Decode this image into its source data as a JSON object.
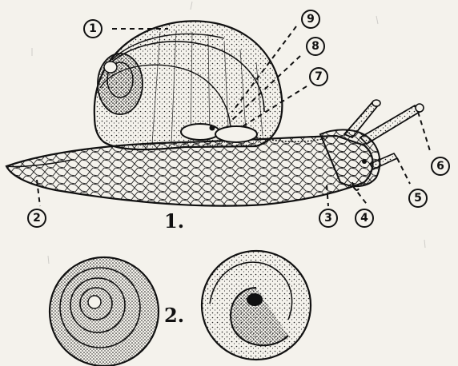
{
  "callouts": [
    {
      "id": "c1",
      "label": "1"
    },
    {
      "id": "c2",
      "label": "2"
    },
    {
      "id": "c3",
      "label": "3"
    },
    {
      "id": "c4",
      "label": "4"
    },
    {
      "id": "c5",
      "label": "5"
    },
    {
      "id": "c6",
      "label": "6"
    },
    {
      "id": "c7",
      "label": "7"
    },
    {
      "id": "c8",
      "label": "8"
    },
    {
      "id": "c9",
      "label": "9"
    }
  ],
  "figures": {
    "fig1_label": "1.",
    "fig2_label": "2."
  },
  "colors": {
    "ink": "#111111",
    "paper": "#f4f2ec",
    "stipple": "#2a2a2a"
  }
}
